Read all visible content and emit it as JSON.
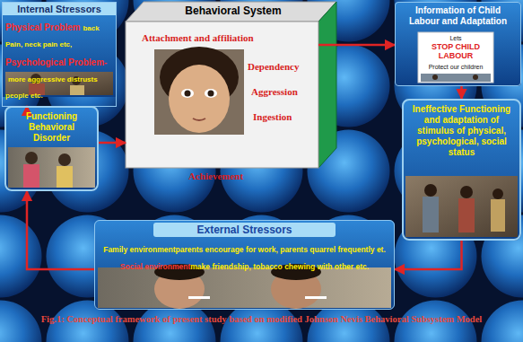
{
  "diagram": {
    "title": "Behavioral System",
    "caption": "Fig.1: Conceptual framework of present study based on modified Johnson Nevis Behavioral Subsystem Model",
    "nodes": [
      {
        "text": [
          "Internal Stressors",
          "Physical Problem",
          "back Pain, neck pain etc,",
          "Psychological Problem-",
          "more aggressive distrusts people etc."
        ]
      },
      {
        "text": [
          "Attachment and affiliation",
          "Dependency",
          "Aggression",
          "Ingestion",
          "Achievement"
        ]
      },
      {
        "text": [
          "Information of Child Labour and Adaptation"
        ]
      },
      {
        "text": [
          "Functioning Behavioral Disorder"
        ]
      },
      {
        "text": [
          "Ineffective Functioning and adaptation of stimulus of physical, psychological, social status"
        ]
      },
      {
        "text": [
          "External Stressors",
          "Family environment",
          "parents encourage for work, parents quarrel frequently et.",
          "Social environment",
          "make friendship, tobacco chewing with other etc."
        ]
      }
    ],
    "edges": [
      {
        "from": 0,
        "to": 3,
        "arrow": "to"
      },
      {
        "from": 3,
        "to": 1,
        "arrow": "to"
      },
      {
        "from": 1,
        "to": 2,
        "arrow": "to"
      },
      {
        "from": 2,
        "to": 4,
        "arrow": "to"
      },
      {
        "from": 4,
        "to": 5,
        "arrow": "to"
      },
      {
        "from": 5,
        "to": 3,
        "arrow": "to"
      }
    ],
    "labels": [
      "Lets",
      "STOP CHILD LABOUR",
      "Protect our children"
    ]
  }
}
